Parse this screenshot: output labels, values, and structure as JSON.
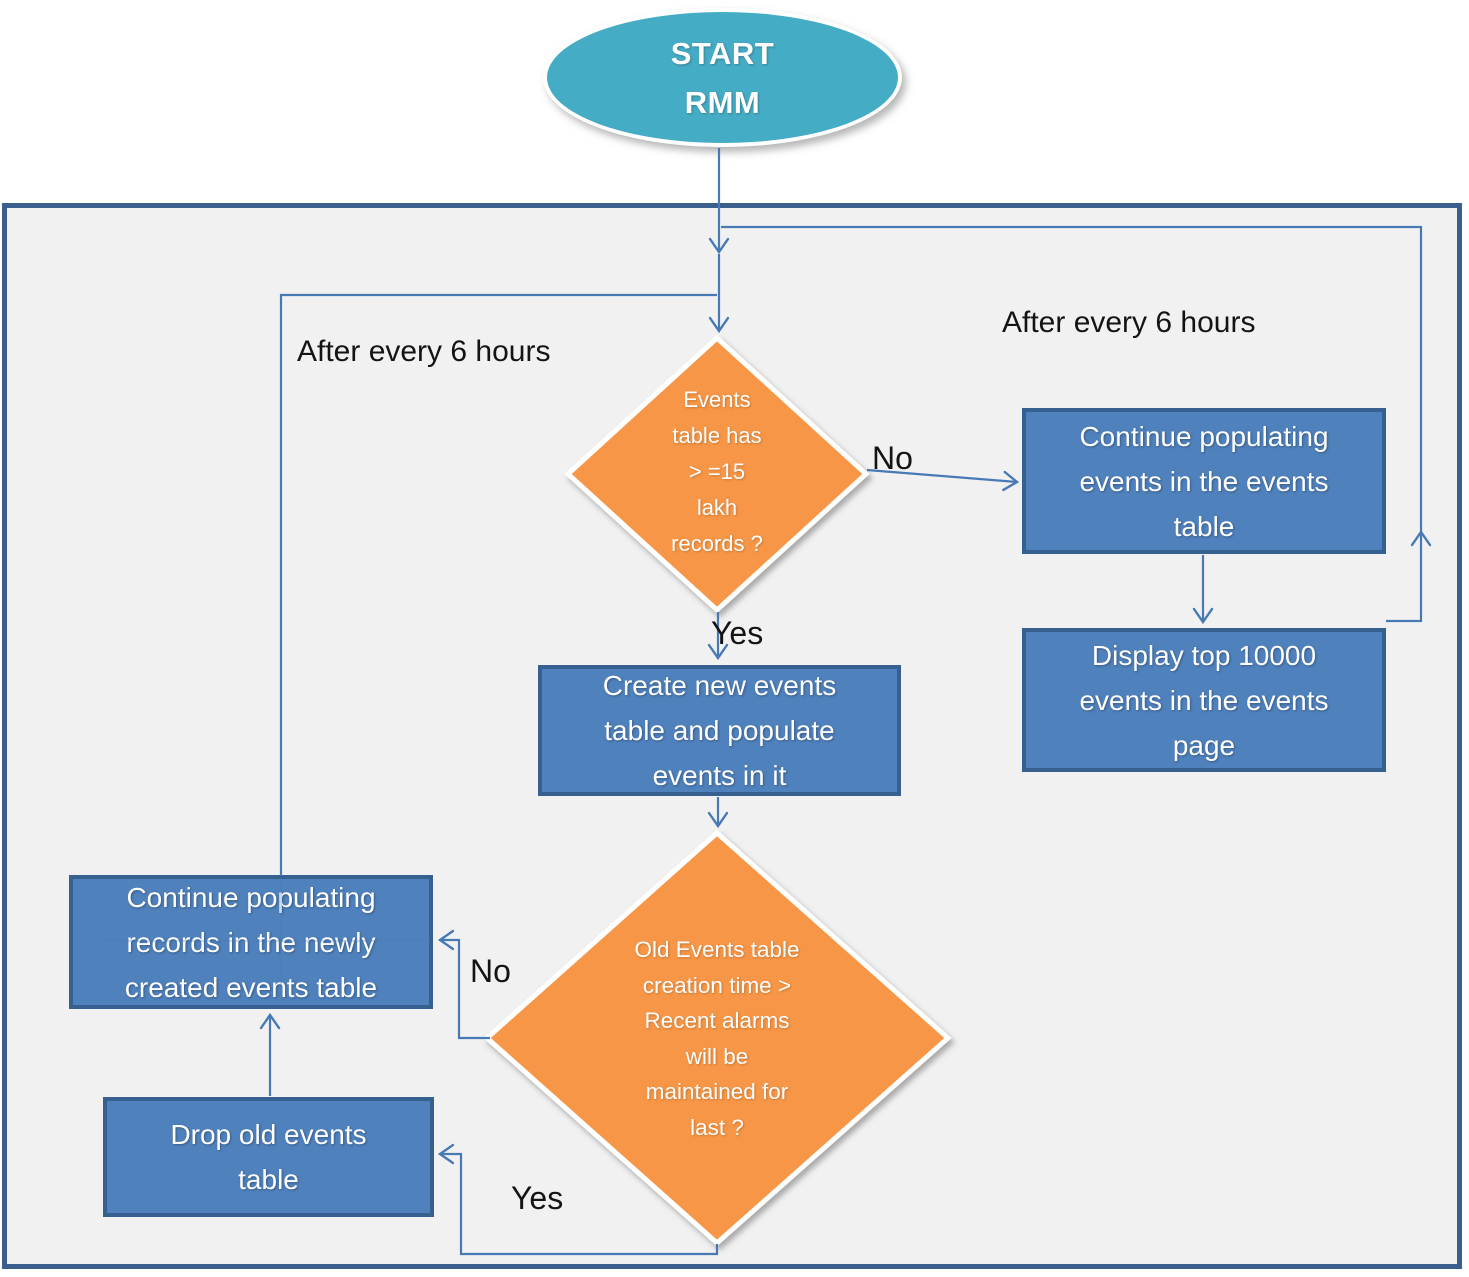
{
  "colors": {
    "start_fill": "#45ACC5",
    "decision_fill": "#F79646",
    "process_fill": "#4F81BD",
    "process_border": "#36608F",
    "container_border": "#3A5F8C",
    "container_fill": "#F1F1F2",
    "connector": "#4779B5",
    "shape_text": "#FFFFFF",
    "label_text": "#141414"
  },
  "start": {
    "label": "START\nRMM"
  },
  "labels": {
    "after_left": "After every 6 hours",
    "after_right": "After every 6 hours",
    "no1": "No",
    "yes1": "Yes",
    "no2": "No",
    "yes2": "Yes"
  },
  "decisions": {
    "d1": "Events\ntable has\n> =15\nlakh\nrecords ?",
    "d2": "Old Events table\ncreation time >\nRecent alarms\nwill be\nmaintained for\nlast  ?"
  },
  "processes": {
    "continue_events": "Continue populating\nevents in the events\ntable",
    "display_top": "Display top 10000\nevents in the events\npage",
    "create_new": "Create new events\ntable and populate\nevents in it",
    "continue_records": "Continue populating\nrecords in the newly\ncreated events table",
    "drop_old": "Drop old events\ntable"
  }
}
